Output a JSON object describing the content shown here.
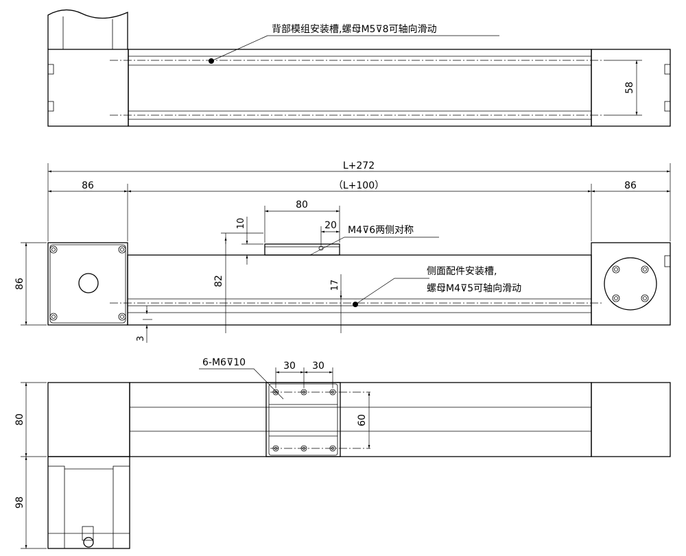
{
  "top_view": {
    "note": "背部模组安装槽,螺母M5⊽8可轴向滑动",
    "dim_height": "58"
  },
  "front_view": {
    "dim_total": "L+272",
    "dim_stroke": "（L+100）",
    "dim_left_end": "86",
    "dim_right_end": "86",
    "dim_carriage_len": "80",
    "dim_hole_offset": "20",
    "dim_carriage_thk": "10",
    "dim_height_82": "82",
    "dim_slot_17": "17",
    "dim_body_86": "86",
    "dim_base_3": "3",
    "note_side_holes": "M4⊽6两侧对称",
    "note_side_slot_1": "侧面配件安装槽,",
    "note_side_slot_2": "螺母M4⊽5可轴向滑动"
  },
  "bottom_view": {
    "note_holes": "6-M6⊽10",
    "dim_pitch_1": "30",
    "dim_pitch_2": "30",
    "dim_hole_spacing": "60",
    "dim_width_80": "80",
    "dim_motor_98": "98"
  }
}
